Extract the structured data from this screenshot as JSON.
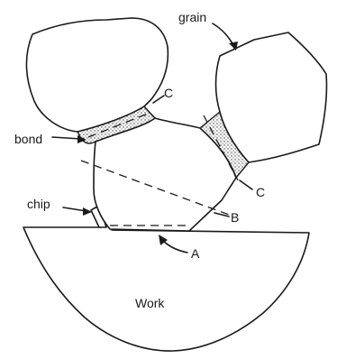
{
  "labels": {
    "grain": "grain",
    "bond": "bond",
    "chip": "chip",
    "c_top": "C",
    "c_right": "C",
    "b": "B",
    "a": "A",
    "work": "Work"
  }
}
